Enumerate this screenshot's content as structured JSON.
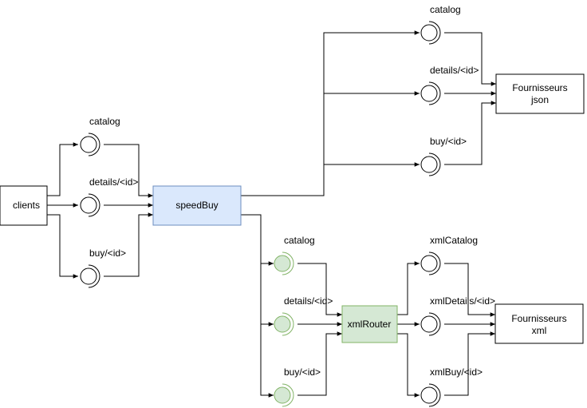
{
  "nodes": {
    "clients": {
      "label": "clients",
      "fill": "#ffffff",
      "stroke": "#000000"
    },
    "speedbuy": {
      "label": "speedBuy",
      "fill": "#dae8fc",
      "stroke": "#6c8ebf"
    },
    "fournisseurs_json": {
      "label_line1": "Fournisseurs",
      "label_line2": "json",
      "fill": "#ffffff",
      "stroke": "#000000"
    },
    "xmlrouter": {
      "label": "xmlRouter",
      "fill": "#d5e8d4",
      "stroke": "#82b366"
    },
    "fournisseurs_xml": {
      "label_line1": "Fournisseurs",
      "label_line2": "xml",
      "fill": "#ffffff",
      "stroke": "#000000"
    }
  },
  "interfaces": {
    "speedbuy_api": [
      {
        "label": "catalog"
      },
      {
        "label": "details/<id>"
      },
      {
        "label": "buy/<id>"
      }
    ],
    "json_api": [
      {
        "label": "catalog"
      },
      {
        "label": "details/<id>"
      },
      {
        "label": "buy/<id>"
      }
    ],
    "router_api": [
      {
        "label": "catalog"
      },
      {
        "label": "details/<id>"
      },
      {
        "label": "buy/<id>"
      }
    ],
    "xml_api": [
      {
        "label": "xmlCatalog"
      },
      {
        "label": "xmlDetails/<id>"
      },
      {
        "label": "xmlBuy/<id>"
      }
    ]
  },
  "colors": {
    "line": "#000000",
    "plain_port_fill": "#ffffff",
    "plain_port_stroke": "#000000",
    "green_port_fill": "#d5e8d4",
    "green_port_stroke": "#82b366"
  }
}
